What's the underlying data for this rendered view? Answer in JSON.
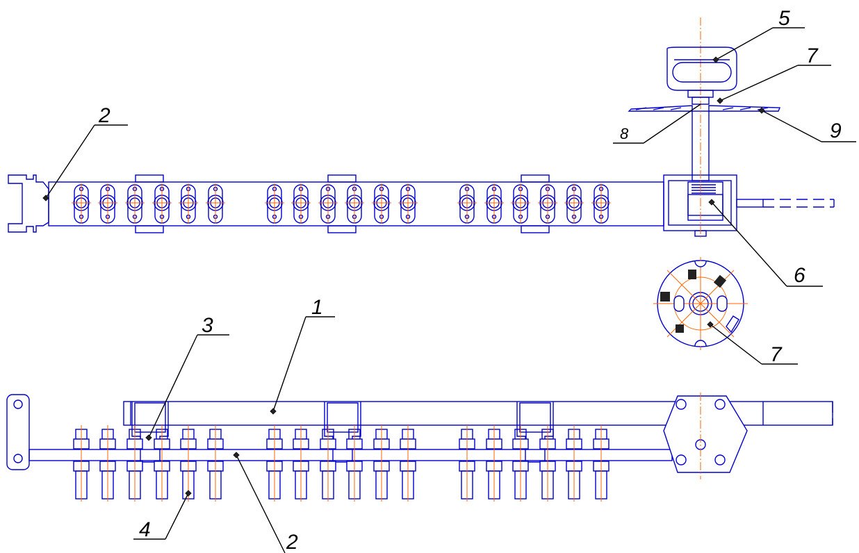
{
  "callouts": {
    "c1": "1",
    "c2_top": "2",
    "c2_bottom": "2",
    "c3": "3",
    "c4": "4",
    "c5": "5",
    "c6": "6",
    "c7_top": "7",
    "c7_disc": "7",
    "c8": "8",
    "c9": "9"
  },
  "colors": {
    "outline": "#0000cc",
    "axis": "#ff6600",
    "leader": "#000000"
  }
}
